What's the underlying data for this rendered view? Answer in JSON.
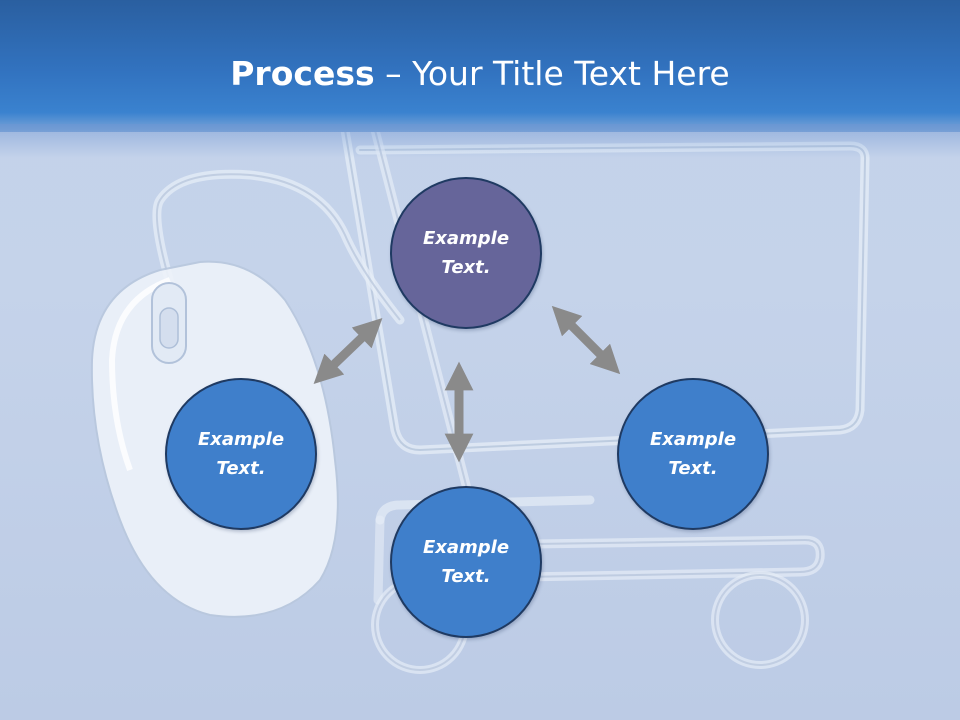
{
  "slide": {
    "title_bold": "Process",
    "title_rest": " – Your Title Text Here"
  },
  "nodes": {
    "top": "Example Text.",
    "left": "Example Text.",
    "right": "Example Text.",
    "bottom": "Example Text."
  },
  "colors": {
    "header": "#3273c0",
    "node_top": "#66659a",
    "node_other": "#3f7fcb",
    "node_border": "#1f3a62",
    "arrow": "#8a8a8a",
    "background": "#c3d2ea"
  },
  "icons": {
    "background": [
      "computer-mouse-icon",
      "shopping-cart-icon"
    ],
    "connectors": "double-arrow-icon"
  }
}
